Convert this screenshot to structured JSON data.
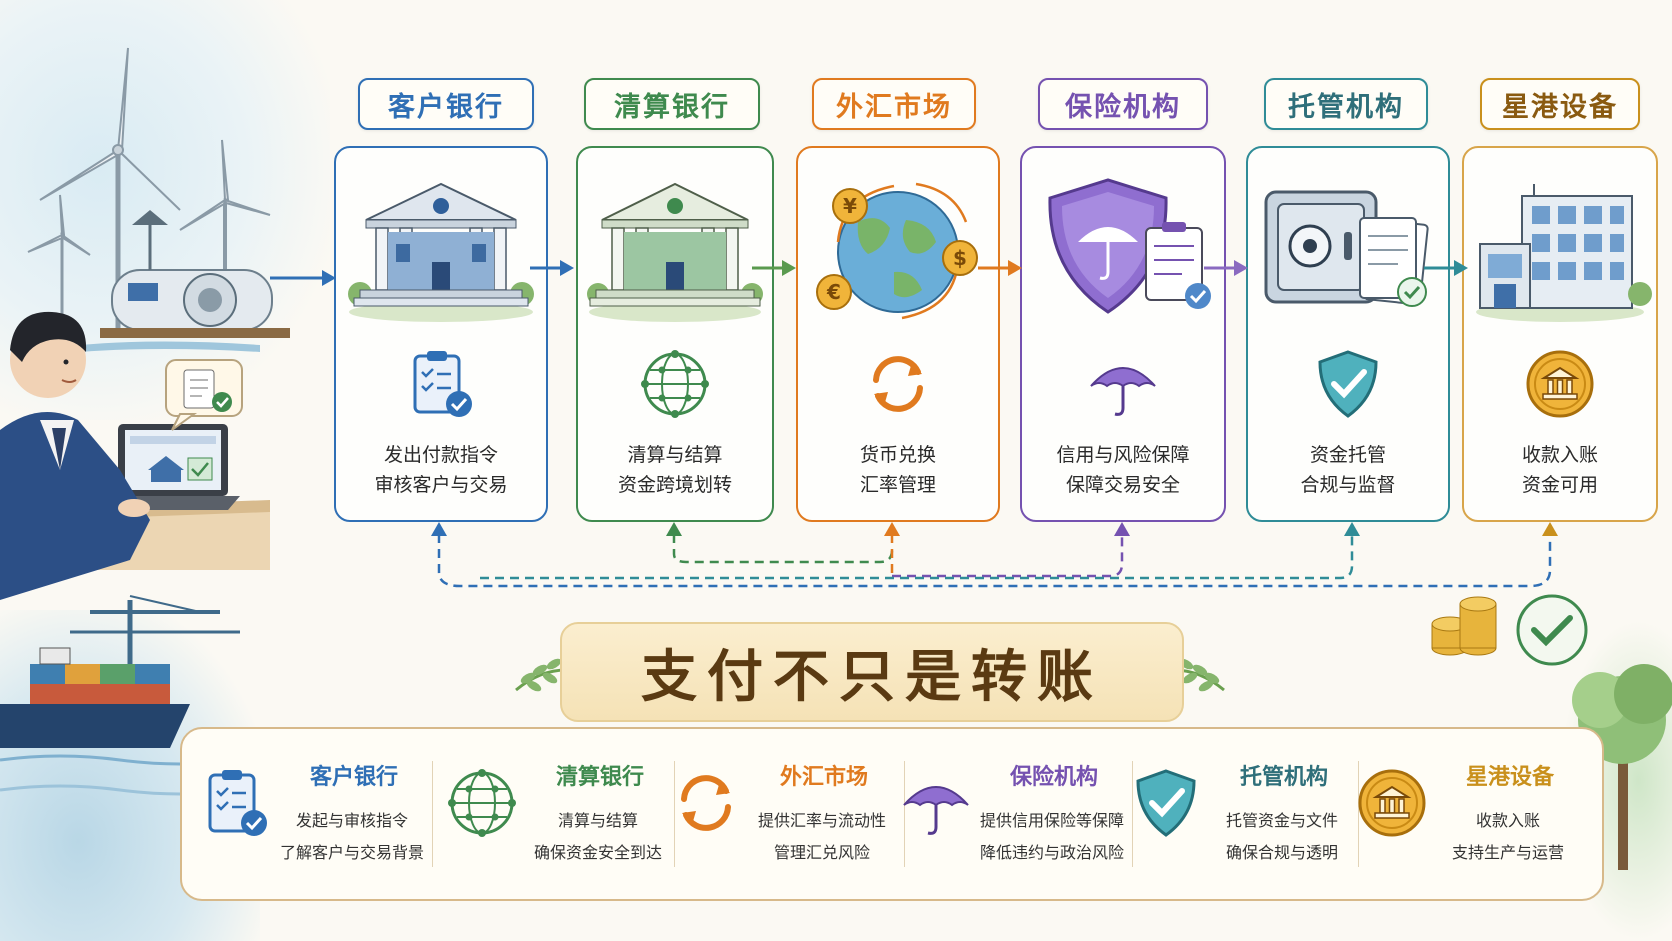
{
  "colors": {
    "blue": "#2f6fb5",
    "green": "#3f8a4e",
    "orange": "#e07a1f",
    "purple": "#7552b0",
    "teal": "#2f8c97",
    "gold": "#c9901c",
    "brown": "#5a3a12"
  },
  "stages": [
    {
      "title": "客户银行",
      "line1": "发出付款指令",
      "line2": "审核客户与交易",
      "icon": "clipboard-check-icon",
      "art": "bank-building",
      "color": "#2f6fb5"
    },
    {
      "title": "清算银行",
      "line1": "清算与结算",
      "line2": "资金跨境划转",
      "icon": "network-globe-icon",
      "art": "bank-building",
      "color": "#3f8a4e"
    },
    {
      "title": "外汇市场",
      "line1": "货币兑换",
      "line2": "汇率管理",
      "icon": "exchange-cycle-icon",
      "art": "globe-currency",
      "color": "#e07a1f"
    },
    {
      "title": "保险机构",
      "line1": "信用与风险保障",
      "line2": "保障交易安全",
      "icon": "umbrella-icon",
      "art": "shield-umbrella",
      "color": "#7552b0"
    },
    {
      "title": "托管机构",
      "line1": "资金托管",
      "line2": "合规与监督",
      "icon": "shield-check-icon",
      "art": "safe-documents",
      "color": "#2f8c97"
    },
    {
      "title": "星港设备",
      "line1": "收款入账",
      "line2": "资金可用",
      "icon": "bank-coin-icon",
      "art": "office-building",
      "color": "#c9901c"
    }
  ],
  "slogan": "支付不只是转账",
  "summary": [
    {
      "title": "客户银行",
      "line1": "发起与审核指令",
      "line2": "了解客户与交易背景",
      "icon": "clipboard-check-icon",
      "color": "#2f6fb5"
    },
    {
      "title": "清算银行",
      "line1": "清算与结算",
      "line2": "确保资金安全到达",
      "icon": "network-globe-icon",
      "color": "#3f8a4e"
    },
    {
      "title": "外汇市场",
      "line1": "提供汇率与流动性",
      "line2": "管理汇兑风险",
      "icon": "exchange-cycle-icon",
      "color": "#e07a1f"
    },
    {
      "title": "保险机构",
      "line1": "提供信用保险等保障",
      "line2": "降低违约与政治风险",
      "icon": "umbrella-icon",
      "color": "#7552b0"
    },
    {
      "title": "托管机构",
      "line1": "托管资金与文件",
      "line2": "确保合规与透明",
      "icon": "shield-check-icon",
      "color": "#2f8c97"
    },
    {
      "title": "星港设备",
      "line1": "收款入账",
      "line2": "支持生产与运营",
      "icon": "bank-coin-icon",
      "color": "#c9901c"
    }
  ]
}
